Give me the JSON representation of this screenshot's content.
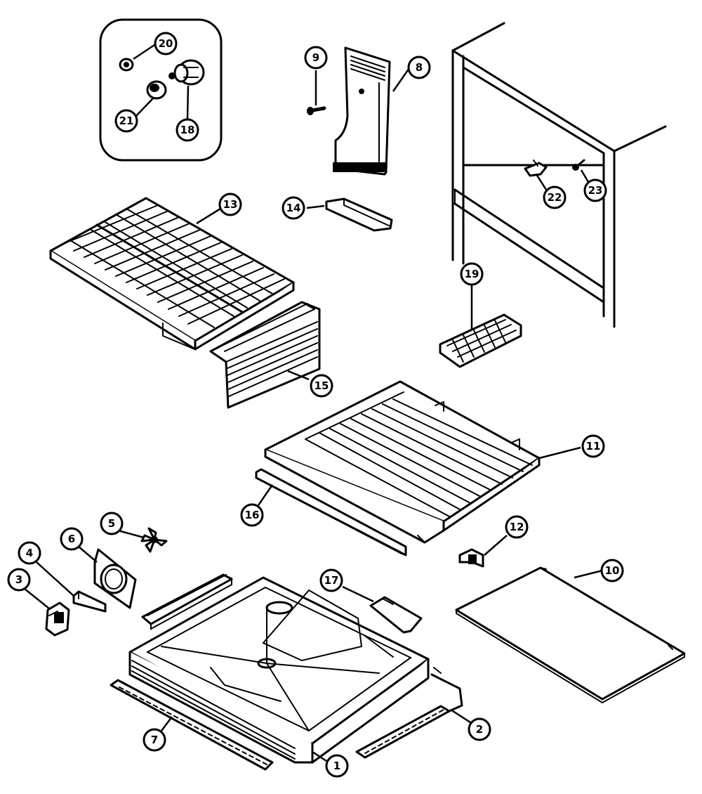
{
  "diagram": {
    "parts": [
      {
        "id": "p1",
        "number": "1"
      },
      {
        "id": "p2",
        "number": "2"
      },
      {
        "id": "p3",
        "number": "3"
      },
      {
        "id": "p4",
        "number": "4"
      },
      {
        "id": "p5",
        "number": "5"
      },
      {
        "id": "p6",
        "number": "6"
      },
      {
        "id": "p7",
        "number": "7"
      },
      {
        "id": "p8",
        "number": "8"
      },
      {
        "id": "p9",
        "number": "9"
      },
      {
        "id": "p10",
        "number": "10"
      },
      {
        "id": "p11",
        "number": "11"
      },
      {
        "id": "p12",
        "number": "12"
      },
      {
        "id": "p13",
        "number": "13"
      },
      {
        "id": "p14",
        "number": "14"
      },
      {
        "id": "p15",
        "number": "15"
      },
      {
        "id": "p16",
        "number": "16"
      },
      {
        "id": "p17",
        "number": "17"
      },
      {
        "id": "p18",
        "number": "18"
      },
      {
        "id": "p19",
        "number": "19"
      },
      {
        "id": "p20",
        "number": "20"
      },
      {
        "id": "p21",
        "number": "21"
      },
      {
        "id": "p22",
        "number": "22"
      },
      {
        "id": "p23",
        "number": "23"
      }
    ],
    "colors": {
      "line": "#000000",
      "background": "#ffffff"
    }
  }
}
